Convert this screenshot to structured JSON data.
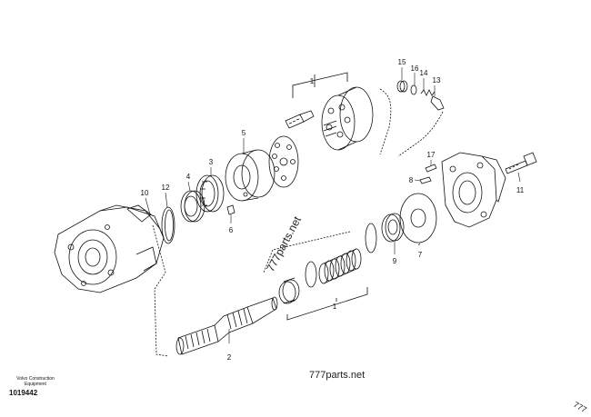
{
  "labels": {
    "p1a": "1",
    "p1b": "1",
    "p2": "2",
    "p3": "3",
    "p4": "4",
    "p5": "5",
    "p6": "6",
    "p7": "7",
    "p8": "8",
    "p9": "9",
    "p10": "10",
    "p11": "11",
    "p12": "12",
    "p13": "13",
    "p14": "14",
    "p15": "15",
    "p16": "16",
    "p17": "17"
  },
  "watermark": {
    "bottom": "777parts.net",
    "diagonal": "777parts.net",
    "corner": "777"
  },
  "footer": {
    "brand_line1": "Volvo Construction",
    "brand_line2": "Equipment",
    "doc_number": "1019442"
  }
}
